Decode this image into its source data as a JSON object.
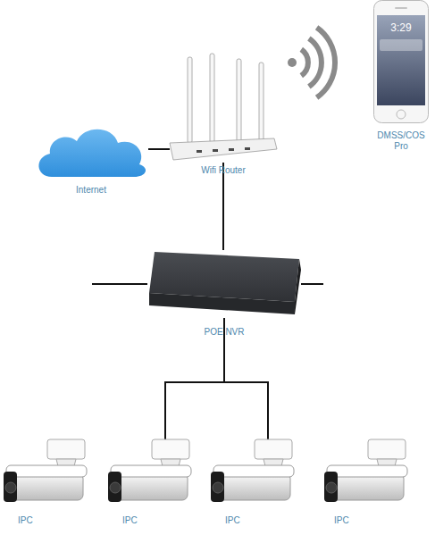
{
  "diagram": {
    "nodes": [
      {
        "text": [
          "DMSS/COS Pro"
        ]
      },
      {
        "text": [
          "Wifi Router"
        ]
      },
      {
        "text": [
          "Internet"
        ]
      },
      {
        "text": [
          "POE NVR"
        ]
      },
      {
        "text": [
          "IPC"
        ]
      },
      {
        "text": [
          "IPC"
        ]
      },
      {
        "text": [
          "IPC"
        ]
      },
      {
        "text": [
          "IPC"
        ]
      }
    ],
    "edges": [
      {
        "from": 2,
        "to": 1,
        "arrow": "none"
      },
      {
        "from": 1,
        "to": 3,
        "arrow": "none"
      },
      {
        "from": 3,
        "to": 4,
        "arrow": "none"
      },
      {
        "from": 3,
        "to": 5,
        "arrow": "none"
      },
      {
        "from": 3,
        "to": 6,
        "arrow": "none"
      },
      {
        "from": 3,
        "to": 7,
        "arrow": "none"
      }
    ],
    "labels": [
      "3:29"
    ]
  }
}
